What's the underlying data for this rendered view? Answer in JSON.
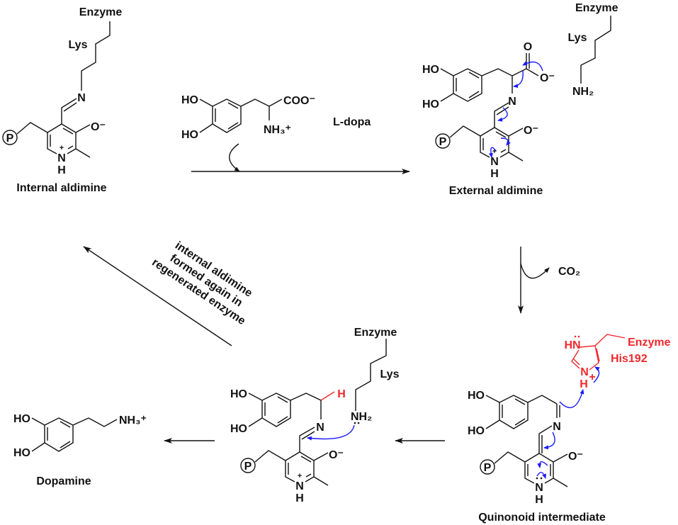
{
  "atoms": {
    "enzyme": "Enzyme",
    "lys": "Lys",
    "n": "N",
    "o_minus": "O⁻",
    "o": "O",
    "p": "P",
    "h": "H",
    "plus": "+",
    "ho": "HO",
    "nh2": "NH₂",
    "nh3_plus": "NH₃⁺",
    "coo_minus": "COO⁻",
    "hn": "HN"
  },
  "labels": {
    "internal_aldimine": "Internal aldimine",
    "external_aldimine": "External aldimine",
    "l_dopa": "L-dopa",
    "co2": "CO₂",
    "quinonoid": "Quinonoid intermediate",
    "dopamine": "Dopamine",
    "his192": "His192",
    "regen_note": [
      "internal aldimine",
      "formed again in",
      "regenerated enzyme"
    ]
  },
  "colors": {
    "bonds": "#111111",
    "electron_arrows": "#1a1aff",
    "histidine": "#f0282d"
  }
}
